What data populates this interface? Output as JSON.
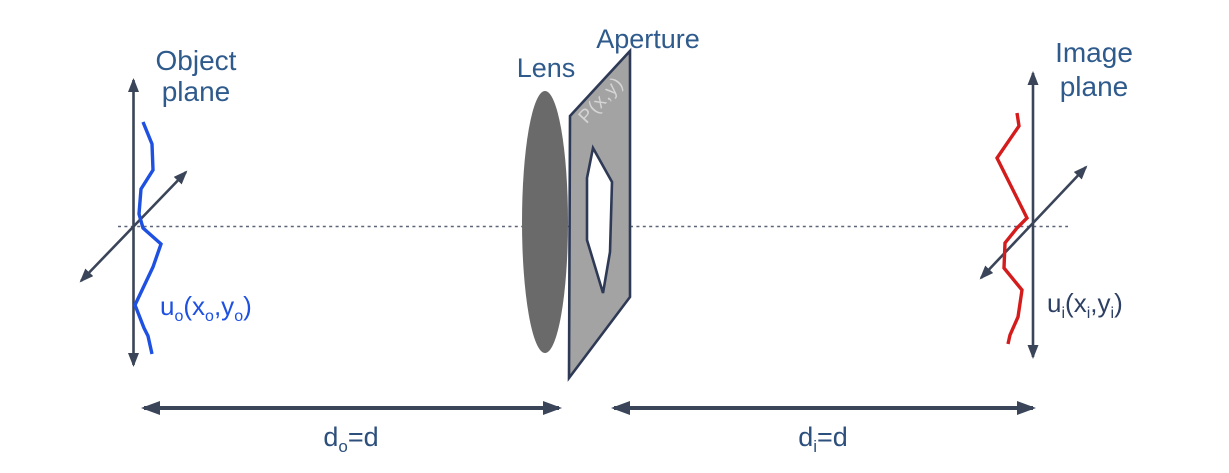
{
  "object_plane": {
    "title_line1": "Object",
    "title_line2": "plane",
    "field_label": {
      "base": "u",
      "sub1": "o",
      "seg2": "(x",
      "sub2": "o",
      "seg3": ",y",
      "sub3": "o",
      "seg4": ")"
    }
  },
  "lens": {
    "label": "Lens"
  },
  "aperture": {
    "label": "Aperture",
    "pupil_function": "P(x,y)"
  },
  "image_plane": {
    "title_line1": "Image",
    "title_line2": "plane",
    "field_label": {
      "base": "u",
      "sub1": "i",
      "seg2": "(x",
      "sub2": "i",
      "seg3": ",y",
      "sub3": "i",
      "seg4": ")"
    }
  },
  "distances": {
    "object_label": {
      "base": "d",
      "sub": "o",
      "rest": "=d"
    },
    "image_label": {
      "base": "d",
      "sub": "i",
      "rest": "=d"
    }
  },
  "colors": {
    "object_field_blue": "#1e50e2",
    "image_field_red": "#d41c1c",
    "structure_slate": "#3b4559",
    "title_blue": "#2e5a8c",
    "distance_label_blue": "#2c4f7c",
    "image_label_navy": "#2d4063",
    "lens_fill": "#6a6a6a",
    "aperture_fill": "#a3a3a3",
    "aperture_border": "#2e3a55",
    "pupil_text_gray": "#d5d5d5",
    "optical_axis_gray": "#5a6578"
  }
}
